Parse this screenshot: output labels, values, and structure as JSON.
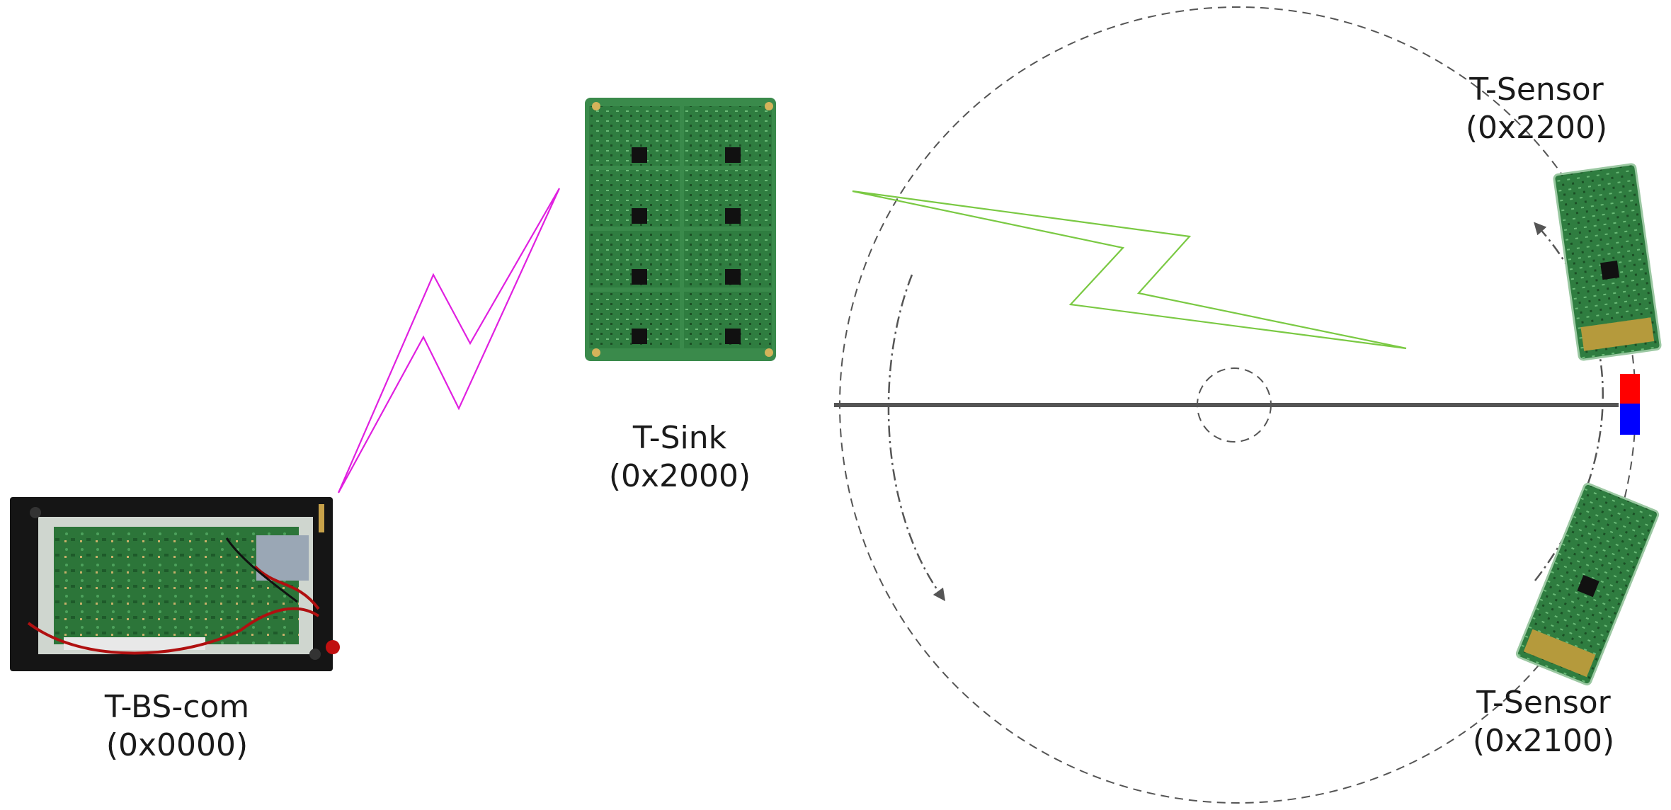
{
  "nodes": {
    "base_station": {
      "name": "T-BS-com",
      "address": "(0x0000)"
    },
    "sink": {
      "name": "T-Sink",
      "address": "(0x2000)"
    },
    "sensor_top": {
      "name": "T-Sensor",
      "address": "(0x2200)"
    },
    "sensor_bottom": {
      "name": "T-Sensor",
      "address": "(0x2100)"
    }
  },
  "colors": {
    "link_bs_sink": "#e020e0",
    "link_sink_sensor": "#7ac943",
    "magnet_north": "#ff0000",
    "magnet_south": "#0000ff",
    "pcb_green": "#2f7a3e",
    "rotor_bar": "#555555"
  },
  "icons": {
    "base_station": "pcb-enclosure-icon",
    "sink": "multi-board-pcb-icon",
    "sensor": "sensor-board-icon",
    "link": "lightning-link-icon"
  }
}
